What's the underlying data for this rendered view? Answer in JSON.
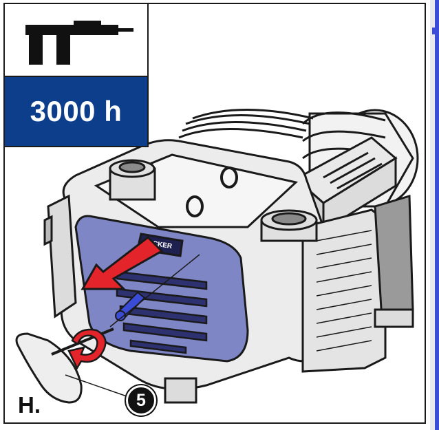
{
  "header": {
    "service_interval": "3000 h",
    "tool_icon": "caliper-icon"
  },
  "step": {
    "label": "H.",
    "callout": "5"
  },
  "brand_plate": {
    "text_top": "BECKER"
  },
  "colors": {
    "blue_panel": "#0d3e8c",
    "cover": "#7f86c6",
    "arrow_red": "#e4242b",
    "outline": "#1a1a1a"
  }
}
